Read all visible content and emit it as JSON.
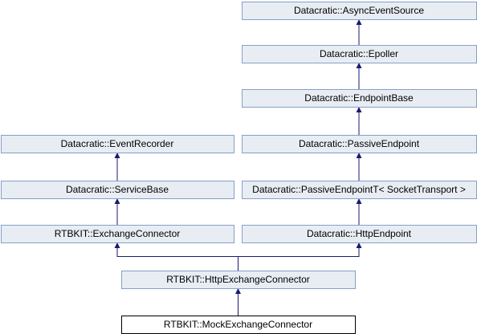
{
  "diagram": {
    "type": "inheritance-graph",
    "colors": {
      "node_fill": "#e8edf3",
      "node_stroke": "#84a0c8",
      "edge": "#1a1a6e",
      "highlight_fill": "#ffffff",
      "highlight_stroke": "#000000"
    },
    "nodes": [
      {
        "id": "async_event_source",
        "label": "Datacratic::AsyncEventSource",
        "highlight": false
      },
      {
        "id": "epoller",
        "label": "Datacratic::Epoller",
        "highlight": false
      },
      {
        "id": "endpoint_base",
        "label": "Datacratic::EndpointBase",
        "highlight": false
      },
      {
        "id": "event_recorder",
        "label": "Datacratic::EventRecorder",
        "highlight": false
      },
      {
        "id": "passive_endpoint",
        "label": "Datacratic::PassiveEndpoint",
        "highlight": false
      },
      {
        "id": "service_base",
        "label": "Datacratic::ServiceBase",
        "highlight": false
      },
      {
        "id": "passive_endpoint_t",
        "label": "Datacratic::PassiveEndpointT< SocketTransport >",
        "highlight": false
      },
      {
        "id": "exchange_connector",
        "label": "RTBKIT::ExchangeConnector",
        "highlight": false
      },
      {
        "id": "http_endpoint",
        "label": "Datacratic::HttpEndpoint",
        "highlight": false
      },
      {
        "id": "http_exchange_connector",
        "label": "RTBKIT::HttpExchangeConnector",
        "highlight": false
      },
      {
        "id": "mock_exchange_connector",
        "label": "RTBKIT::MockExchangeConnector",
        "highlight": true
      }
    ],
    "edges": [
      {
        "from": "epoller",
        "to": "async_event_source"
      },
      {
        "from": "endpoint_base",
        "to": "epoller"
      },
      {
        "from": "passive_endpoint",
        "to": "endpoint_base"
      },
      {
        "from": "passive_endpoint_t",
        "to": "passive_endpoint"
      },
      {
        "from": "http_endpoint",
        "to": "passive_endpoint_t"
      },
      {
        "from": "service_base",
        "to": "event_recorder"
      },
      {
        "from": "exchange_connector",
        "to": "service_base"
      },
      {
        "from": "http_exchange_connector",
        "to": "exchange_connector"
      },
      {
        "from": "http_exchange_connector",
        "to": "http_endpoint"
      },
      {
        "from": "mock_exchange_connector",
        "to": "http_exchange_connector"
      }
    ]
  }
}
